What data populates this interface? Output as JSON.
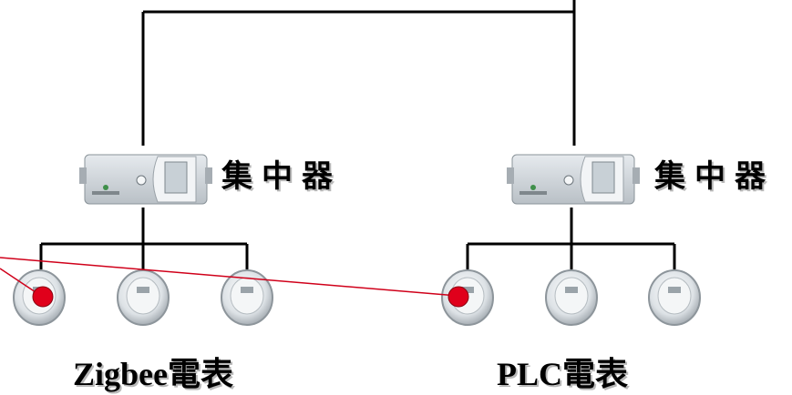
{
  "labels": {
    "concentrator_left": "集中器",
    "concentrator_right": "集中器",
    "zigbee_meter": "Zigbee電表",
    "plc_meter": "PLC電表"
  },
  "colors": {
    "line": "#000000",
    "highlight_dot": "#e0001b",
    "highlight_line": "#d0001a",
    "device_body": "#d4d9dd",
    "meter_face": "#eef1f3"
  }
}
